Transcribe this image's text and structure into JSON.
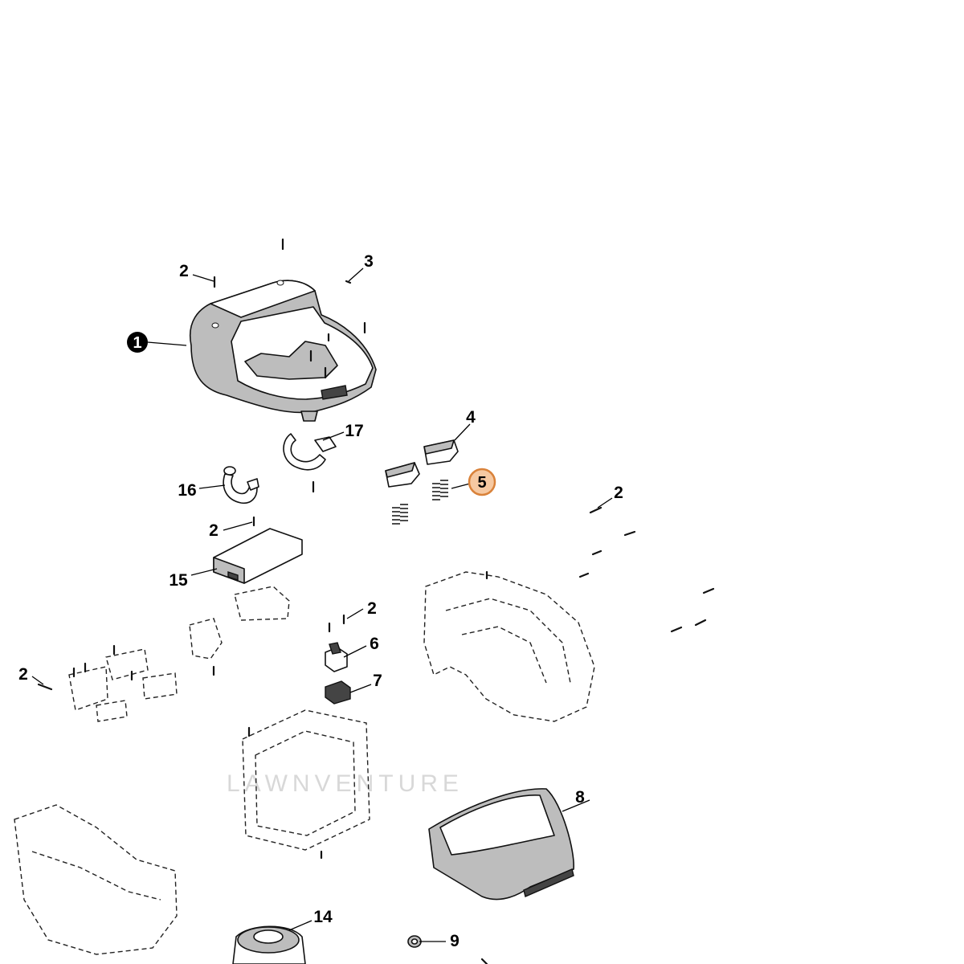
{
  "diagram": {
    "watermark": "LAWNVENTURE",
    "callouts": [
      {
        "id": "c1",
        "label": "1",
        "style": "filled-black"
      },
      {
        "id": "c2a",
        "label": "2"
      },
      {
        "id": "c2b",
        "label": "2"
      },
      {
        "id": "c2c",
        "label": "2"
      },
      {
        "id": "c2d",
        "label": "2"
      },
      {
        "id": "c2e",
        "label": "2"
      },
      {
        "id": "c3",
        "label": "3"
      },
      {
        "id": "c4",
        "label": "4"
      },
      {
        "id": "c5",
        "label": "5",
        "style": "highlighted"
      },
      {
        "id": "c6",
        "label": "6"
      },
      {
        "id": "c7",
        "label": "7"
      },
      {
        "id": "c8",
        "label": "8"
      },
      {
        "id": "c9",
        "label": "9"
      },
      {
        "id": "c14",
        "label": "14"
      },
      {
        "id": "c15",
        "label": "15"
      },
      {
        "id": "c16",
        "label": "16"
      },
      {
        "id": "c17",
        "label": "17"
      }
    ],
    "colors": {
      "highlight_fill": "#f6c9a2",
      "highlight_stroke": "#d9823a",
      "badge_black": "#000000",
      "part_gray": "#bdbdbd"
    }
  }
}
